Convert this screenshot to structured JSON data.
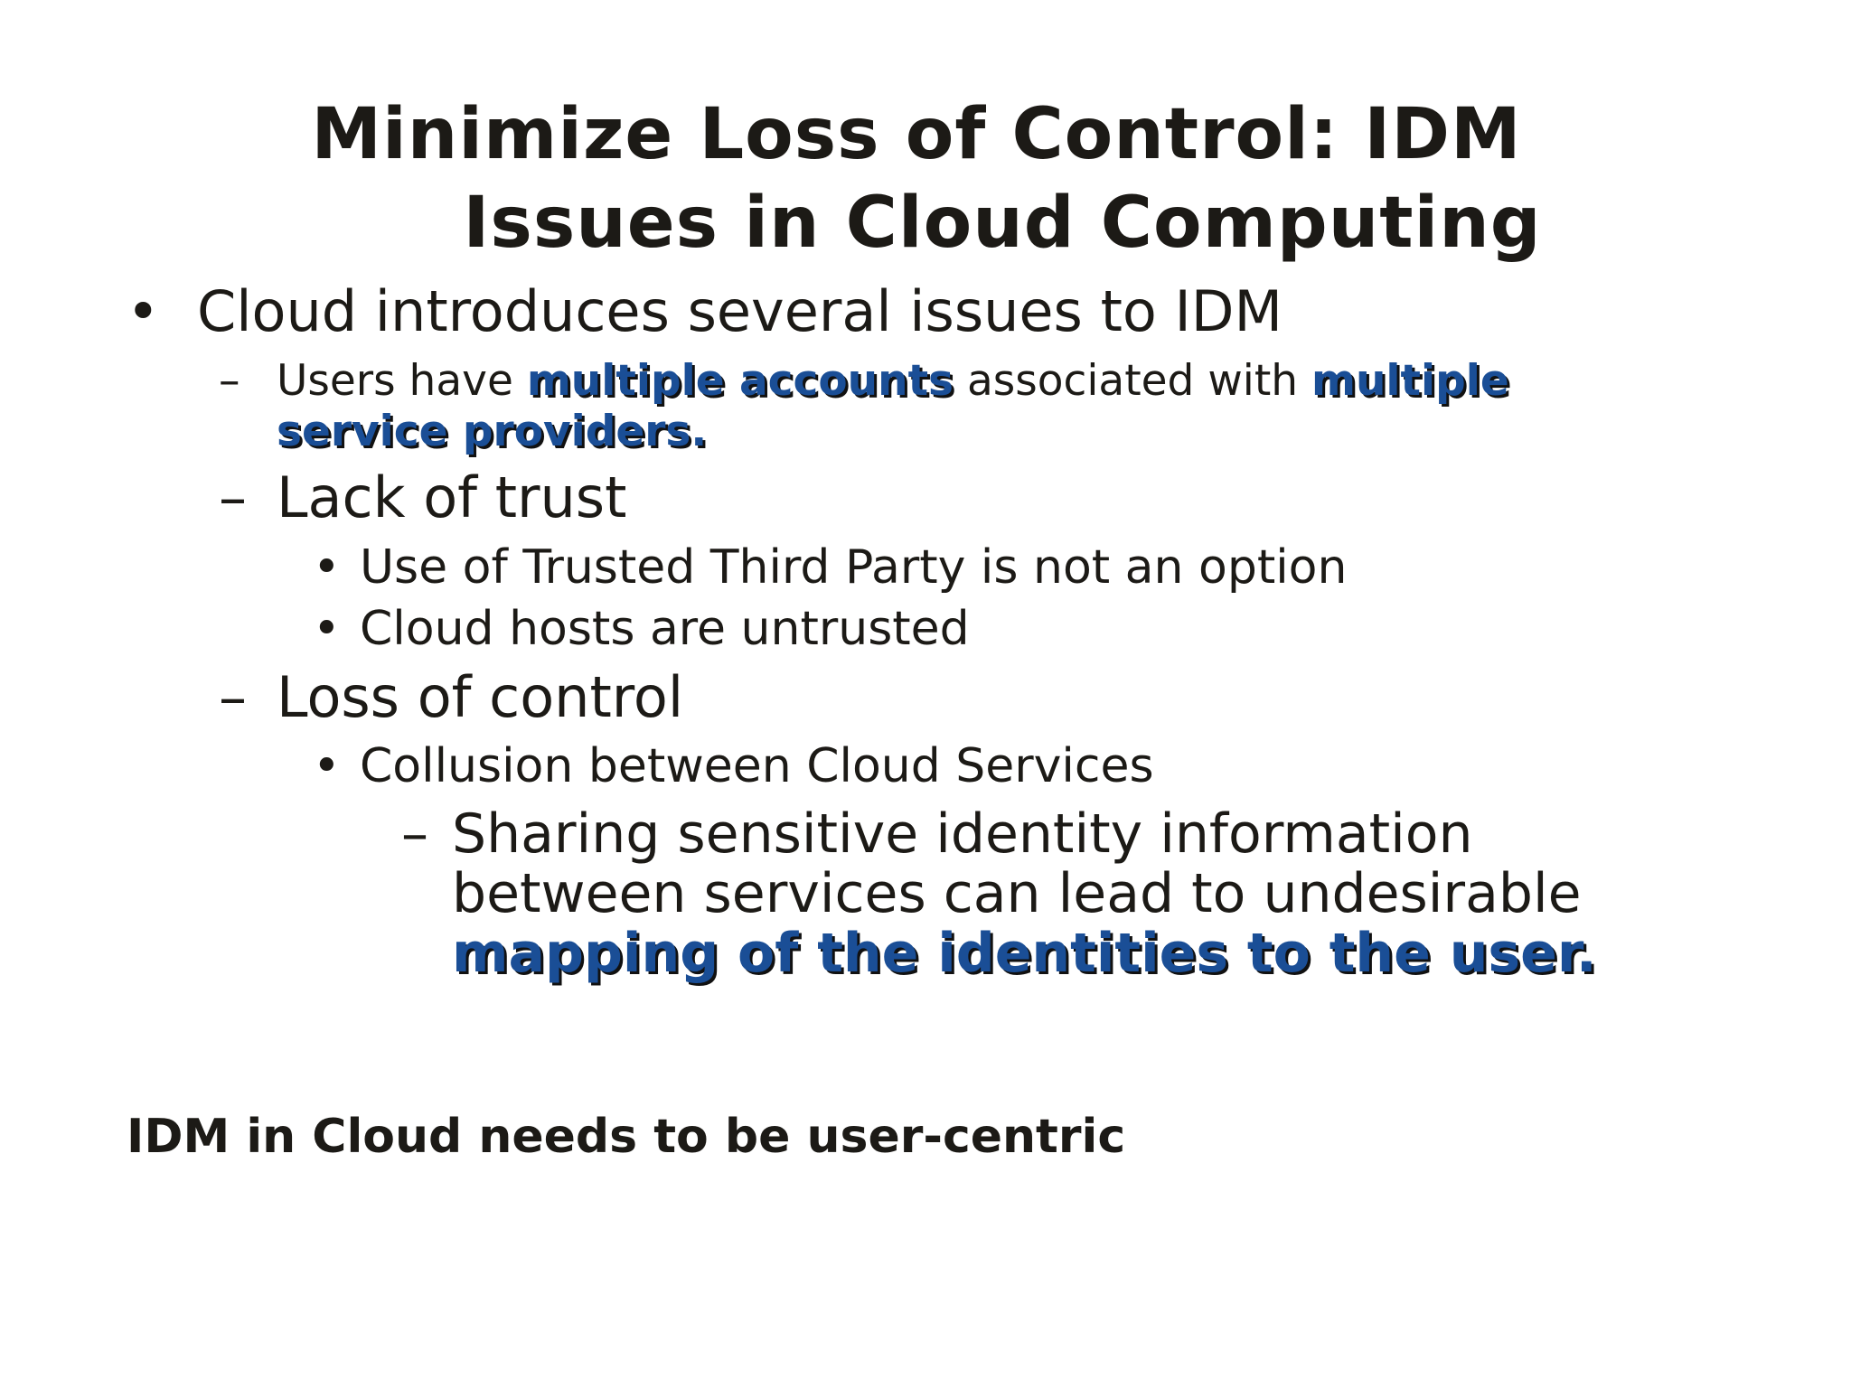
{
  "slide": {
    "title_line1": "Minimize Loss of Control: IDM",
    "title_line2": "Issues in Cloud Computing",
    "accent_color": "#1a4e96",
    "bullets": {
      "b1": {
        "marker": "•",
        "text": "Cloud introduces several issues to IDM",
        "sub1": {
          "marker": "–",
          "part1": "Users have ",
          "hl1": "multiple accounts",
          "part2": " associated with ",
          "hl2": "multiple",
          "hl3": "service providers."
        },
        "sub2": {
          "marker": "–",
          "text": "Lack of trust",
          "items": [
            {
              "marker": "•",
              "text": "Use of Trusted Third Party is not an option"
            },
            {
              "marker": "•",
              "text": "Cloud hosts are untrusted"
            }
          ]
        },
        "sub3": {
          "marker": "–",
          "text": "Loss of control",
          "items": [
            {
              "marker": "•",
              "text": "Collusion between Cloud Services"
            }
          ],
          "detail": {
            "marker": "–",
            "line1": "Sharing sensitive identity information",
            "line2": "between services can lead to undesirable",
            "line3_hl": "mapping of the identities to the user."
          }
        }
      }
    },
    "footer": "IDM in Cloud needs to be user-centric"
  }
}
